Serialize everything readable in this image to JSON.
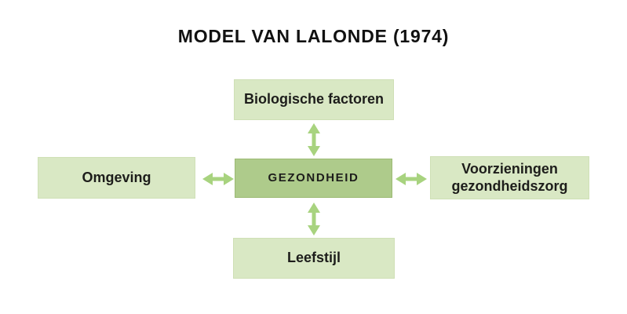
{
  "diagram": {
    "title": "MODEL VAN LALONDE (1974)",
    "center_box": {
      "label": "GEZONDHEID"
    },
    "boxes": {
      "top": {
        "label": "Biologische factoren"
      },
      "left": {
        "label": "Omgeving"
      },
      "right": {
        "label": "Voorzieningen gezondheidszorg"
      },
      "bottom": {
        "label": "Leefstijl"
      }
    },
    "arrows": [
      {
        "name": "health-biological",
        "direction": "vertical-double"
      },
      {
        "name": "health-lifestyle",
        "direction": "vertical-double"
      },
      {
        "name": "health-environment",
        "direction": "horizontal-double"
      },
      {
        "name": "health-care-services",
        "direction": "horizontal-double"
      }
    ],
    "colors": {
      "box_light": "#d9e8c4",
      "box_light_border": "#cfe0b6",
      "box_center": "#aecb8b",
      "box_center_border": "#9cba74",
      "arrow": "#a8d37f",
      "text": "#1d1d1b"
    }
  }
}
